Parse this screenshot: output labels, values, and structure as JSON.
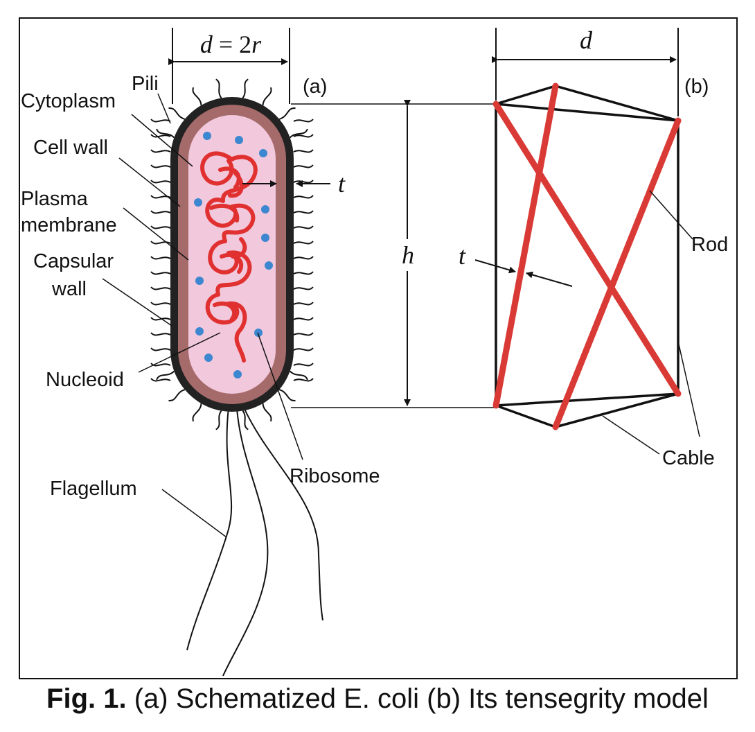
{
  "panel_a": {
    "tag": "(a)",
    "dimension_parts": {
      "d": "d",
      "eq": " = 2",
      "r": "r"
    },
    "thickness": "t",
    "labels": {
      "pili": "Pili",
      "cytoplasm": "Cytoplasm",
      "cell_wall": "Cell wall",
      "plasma_1": "Plasma",
      "plasma_2": "membrane",
      "capsular_1": "Capsular",
      "capsular_2": "wall",
      "nucleoid": "Nucleoid",
      "ribosome": "Ribosome",
      "flagellum": "Flagellum"
    }
  },
  "panel_b": {
    "tag": "(b)",
    "width": "d",
    "height": "h",
    "thickness": "t",
    "labels": {
      "rod": "Rod",
      "cable": "Cable"
    }
  },
  "caption": {
    "bold": "Fig. 1.",
    "text": " (a) Schematized E. coli (b) Its tensegrity model"
  },
  "colors": {
    "capsule": "#222222",
    "cell_wall": "#a56a6a",
    "cytoplasm": "#f2c8dc",
    "nucleoid": "#e03030",
    "ribosome": "#3d87d0",
    "rod": "#d93a36",
    "cable": "#111111"
  }
}
